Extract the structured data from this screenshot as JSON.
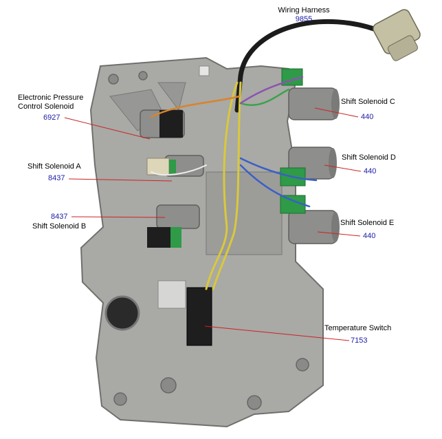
{
  "colors": {
    "background": "#ffffff",
    "label_text": "#000000",
    "part_number_text": "#1a1aa6",
    "leader_line": "#cc2222",
    "casting": "#a9a9a6",
    "solenoid_body": "#8e8e8c",
    "connector_green": "#2f9a48",
    "connector_black": "#1e1e1e",
    "connector_tan": "#ddd6b8",
    "harness": "#1c1c1c",
    "wire_yellow": "#d9c93a",
    "wire_blue": "#3a5fc8",
    "wire_orange": "#d9842a",
    "wire_green": "#3aa24a",
    "wire_purple": "#8a54b0"
  },
  "callouts": {
    "wiring_harness": {
      "label": "Wiring Harness",
      "number": "9855"
    },
    "epc_solenoid": {
      "label_line1": "Electronic Pressure",
      "label_line2": "Control Solenoid",
      "number": "6927"
    },
    "shift_solenoid_a": {
      "label": "Shift Solenoid A",
      "number": "8437"
    },
    "shift_solenoid_b": {
      "label": "Shift Solenoid B",
      "number": "8437"
    },
    "shift_solenoid_c": {
      "label": "Shift Solenoid C",
      "number": "440"
    },
    "shift_solenoid_d": {
      "label": "Shift Solenoid D",
      "number": "440"
    },
    "shift_solenoid_e": {
      "label": "Shift Solenoid E",
      "number": "440"
    },
    "temperature_switch": {
      "label": "Temperature Switch",
      "number": "7153"
    }
  }
}
